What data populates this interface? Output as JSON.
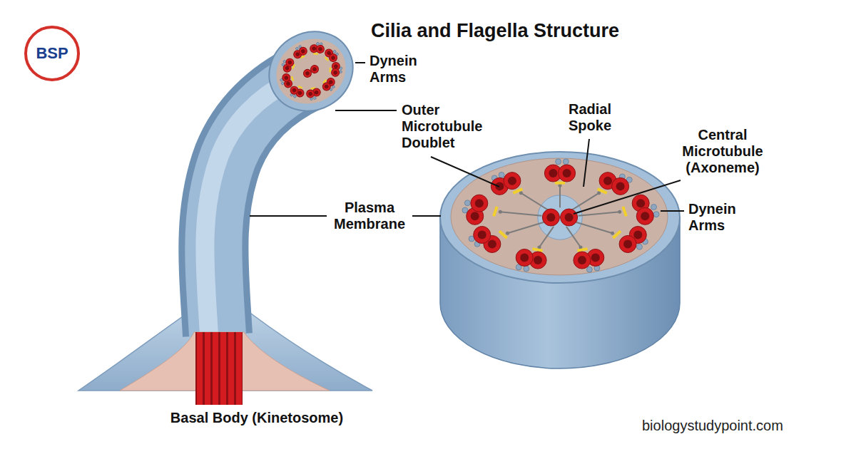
{
  "diagram": {
    "title": "Cilia and Flagella Structure",
    "labels": [
      "Dynein Arms",
      "Outer Microtubule Doublet",
      "Plasma Membrane",
      "Radial Spoke",
      "Central Microtubule (Axoneme)",
      "Dynein Arms",
      "Basal Body (Kinetosome)",
      "BSP",
      "biologystudypoint.com"
    ]
  }
}
